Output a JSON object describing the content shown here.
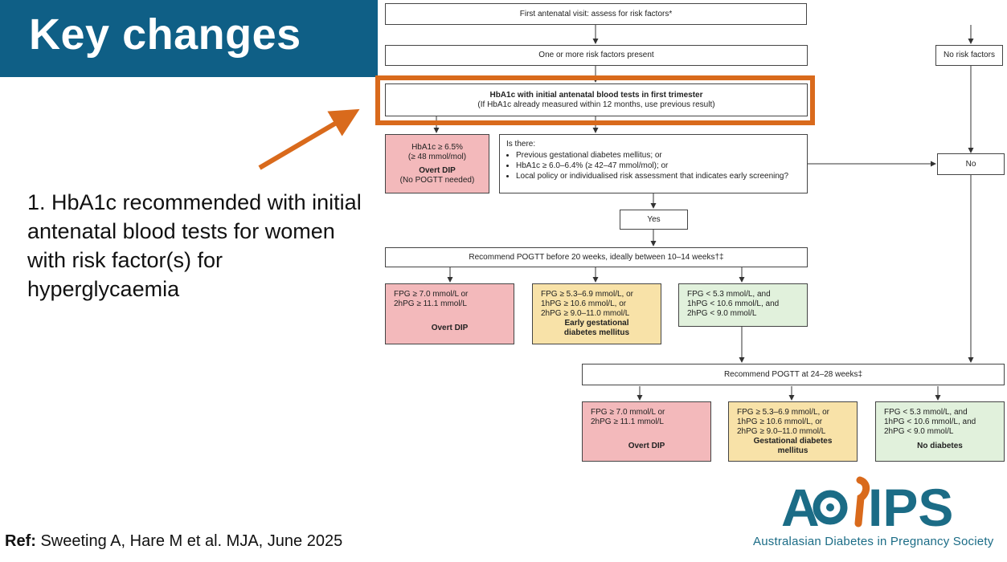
{
  "slide": {
    "title": "Key changes",
    "point": "1. HbA1c recommended with initial antenatal blood tests for women with risk factor(s) for hyperglycaemia",
    "ref_label": "Ref:",
    "ref_text": " Sweeting A, Hare M et al. MJA, June 2025",
    "logo_text": "Australasian Diabetes in Pregnancy Society",
    "accent_color": "#d96a1c",
    "title_bar_color": "#0f5f86"
  },
  "flow": {
    "first_visit": "First antenatal visit: assess for risk factors*",
    "risk_present": "One or more risk factors present",
    "no_risk": "No risk factors",
    "hba1c_line1": "HbA1c with initial antenatal blood tests in first trimester",
    "hba1c_line2": "(If HbA1c already measured within 12 months, use previous result)",
    "overt1_line1": "HbA1c ≥ 6.5%",
    "overt1_line2": "(≥ 48 mmol/mol)",
    "overt1_line3": "Overt DIP",
    "overt1_line4": "(No POGTT needed)",
    "is_there": "Is there:",
    "q1": "Previous gestational diabetes mellitus; or",
    "q2": "HbA1c ≥ 6.0–6.4% (≥ 42–47 mmol/mol); or",
    "q3": "Local policy or individualised risk assessment that indicates early screening?",
    "no": "No",
    "yes": "Yes",
    "pogtt_early": "Recommend POGTT before 20 weeks, ideally between 10–14 weeks†‡",
    "early_red_1": "FPG ≥ 7.0 mmol/L or",
    "early_red_2": "2hPG ≥ 11.1 mmol/L",
    "early_red_3": "Overt DIP",
    "early_yellow_1": "FPG ≥ 5.3–6.9 mmol/L, or",
    "early_yellow_2": "1hPG ≥ 10.6 mmol/L, or",
    "early_yellow_3": "2hPG ≥ 9.0–11.0 mmol/L",
    "early_yellow_4": "Early gestational",
    "early_yellow_5": "diabetes mellitus",
    "early_green_1": "FPG < 5.3 mmol/L, and",
    "early_green_2": "1hPG < 10.6 mmol/L, and",
    "early_green_3": "2hPG < 9.0 mmol/L",
    "pogtt_late": "Recommend POGTT at 24–28 weeks‡",
    "late_red_1": "FPG ≥ 7.0 mmol/L or",
    "late_red_2": "2hPG ≥ 11.1 mmol/L",
    "late_red_3": "Overt DIP",
    "late_yellow_1": "FPG ≥ 5.3–6.9 mmol/L, or",
    "late_yellow_2": "1hPG ≥ 10.6 mmol/L, or",
    "late_yellow_3": "2hPG ≥ 9.0–11.0 mmol/L",
    "late_yellow_4": "Gestational diabetes",
    "late_yellow_5": "mellitus",
    "late_green_1": "FPG < 5.3 mmol/L, and",
    "late_green_2": "1hPG < 10.6 mmol/L, and",
    "late_green_3": "2hPG < 9.0 mmol/L",
    "late_green_4": "No diabetes"
  }
}
